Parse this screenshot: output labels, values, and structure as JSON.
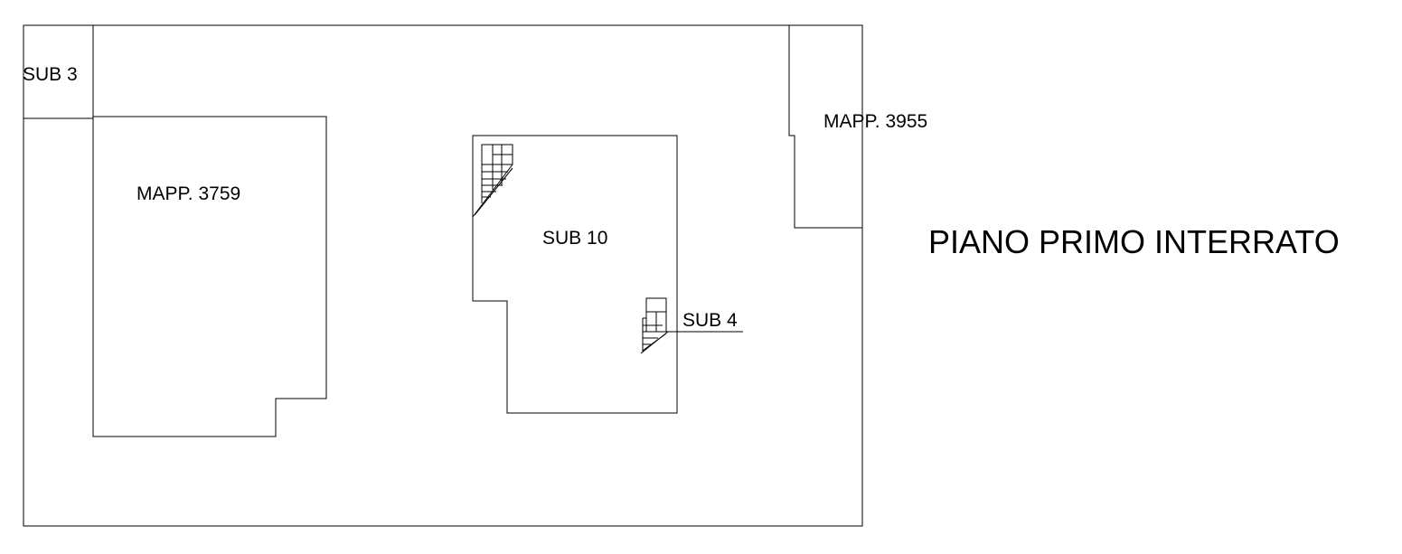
{
  "drawing": {
    "title": "PIANO PRIMO INTERRATO",
    "colors": {
      "line": "#000000",
      "background": "#ffffff"
    },
    "labels": {
      "sub_3": "SUB 3",
      "mapp_3759": "MAPP. 3759",
      "mapp_3955": "MAPP. 3955",
      "sub_10": "SUB 10",
      "sub_4": "SUB 4"
    }
  }
}
